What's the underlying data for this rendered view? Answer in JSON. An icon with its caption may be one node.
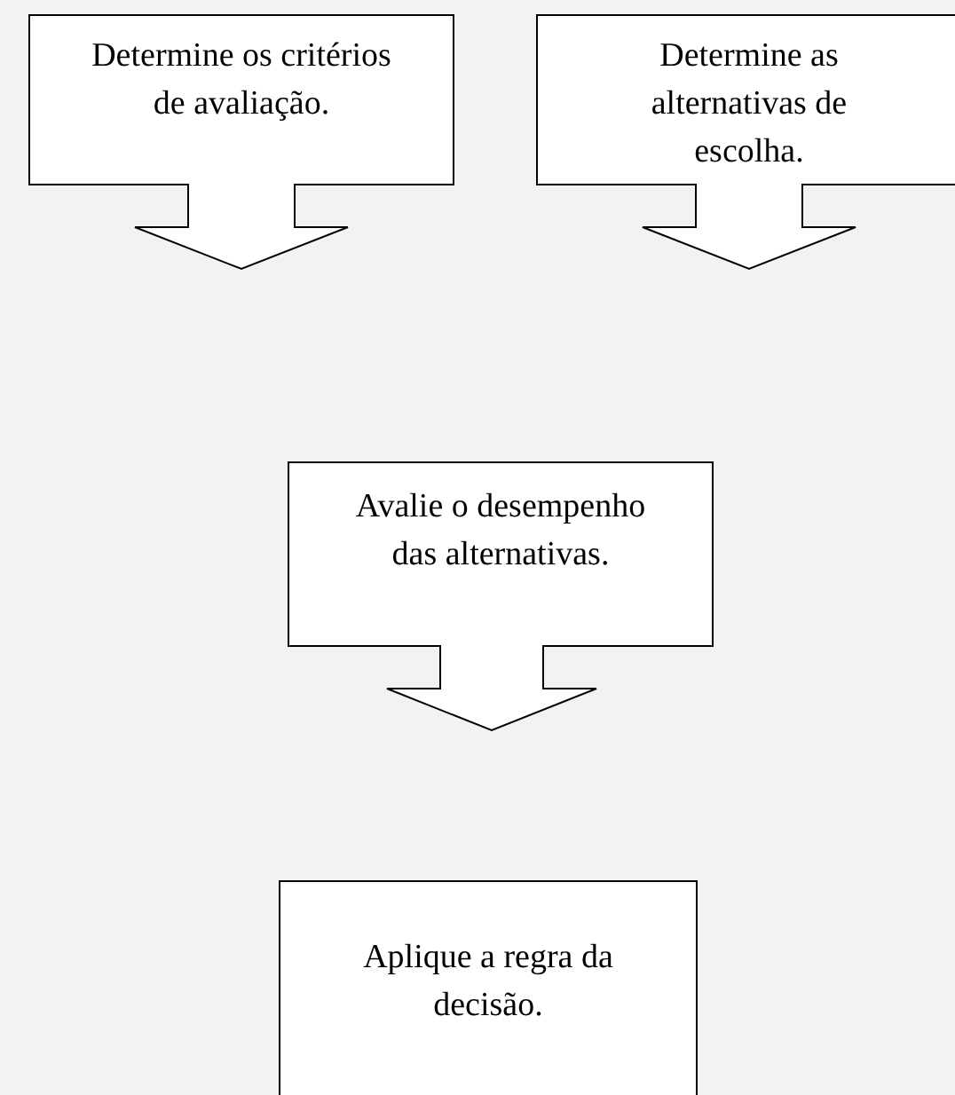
{
  "diagram": {
    "nodes": [
      {
        "text": [
          "Determine os critérios de avaliação."
        ]
      },
      {
        "text": [
          "Determine as alternativas de escolha."
        ]
      },
      {
        "text": [
          "Avalie o desempenho das alternativas."
        ]
      },
      {
        "text": [
          "Aplique a regra da decisão."
        ]
      }
    ]
  }
}
